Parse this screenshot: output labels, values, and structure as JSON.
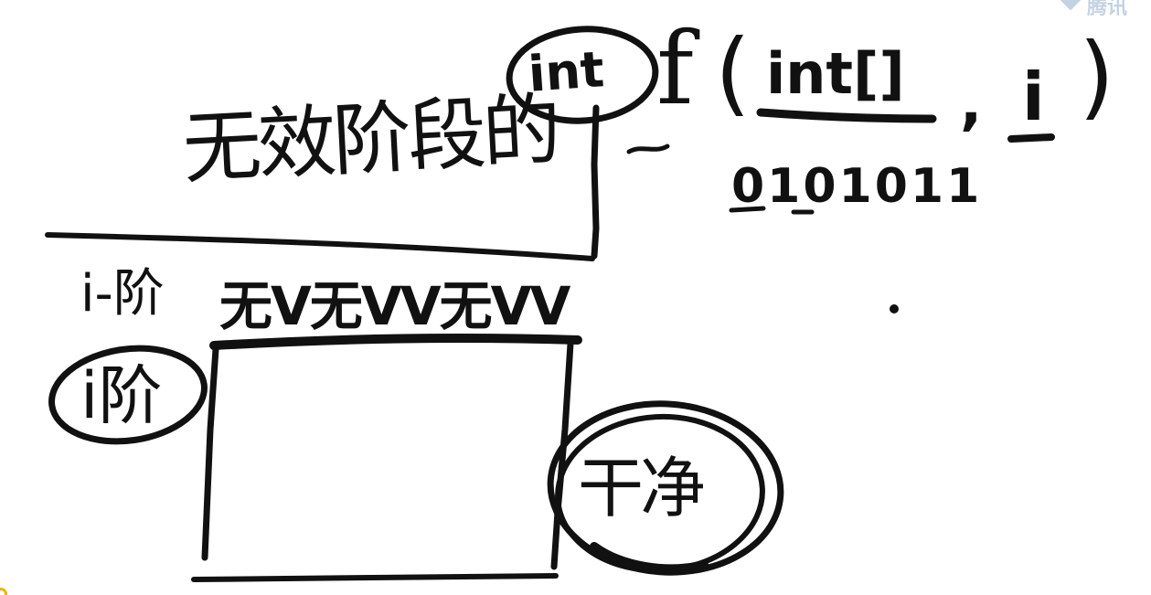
{
  "board": {
    "ink_color": "#111111",
    "background_color": "#ffffff"
  },
  "texts": {
    "int_word": "int",
    "func_name": "f",
    "open_paren": "(",
    "param_type": "int[]",
    "comma": ",",
    "param_i": "i",
    "close_paren": ")",
    "binary_string": "0101011",
    "top_box_label": "无效阶段的",
    "row_label": "i-阶",
    "row_values": "无V无VV无VV",
    "circle_left_label": "i阶",
    "circle_right_label": "干净"
  },
  "logo": {
    "icon": "app-logo-icon",
    "accent_color": "#5a7fb0",
    "text": "腾讯"
  }
}
